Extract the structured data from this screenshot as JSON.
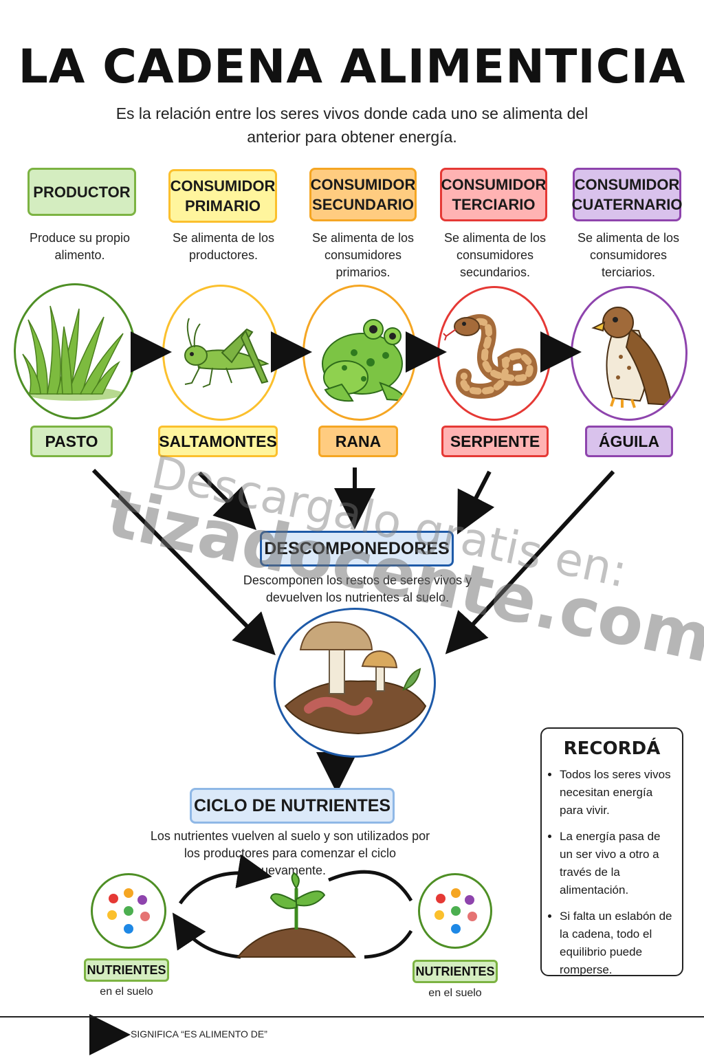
{
  "title": "LA CADENA ALIMENTICIA",
  "subtitle": "Es la relación entre los seres vivos donde cada uno se alimenta del anterior para obtener energía.",
  "levels": [
    {
      "category": "PRODUCTOR",
      "description": "Produce su propio alimento.",
      "organism": "PASTO",
      "color": "#7cb342",
      "fill": "#d4edc0"
    },
    {
      "category": "CONSUMIDOR PRIMARIO",
      "description": "Se alimenta de los productores.",
      "organism": "SALTAMONTES",
      "color": "#fbc02d",
      "fill": "#fff59d"
    },
    {
      "category": "CONSUMIDOR SECUNDARIO",
      "description": "Se alimenta de los consumidores primarios.",
      "organism": "RANA",
      "color": "#f5a623",
      "fill": "#ffcc80"
    },
    {
      "category": "CONSUMIDOR TERCIARIO",
      "description": "Se alimenta de los consumidores secundarios.",
      "organism": "SERPIENTE",
      "color": "#e53935",
      "fill": "#ffb3b3"
    },
    {
      "category": "CONSUMIDOR CUATERNARIO",
      "description": "Se alimenta de los consumidores terciarios.",
      "organism": "ÁGUILA",
      "color": "#8e44ad",
      "fill": "#d9c2ec"
    }
  ],
  "decomposers": {
    "title": "DESCOMPONEDORES",
    "description": "Descomponen los restos de seres vivos y devuelven los nutrientes al suelo.",
    "color": "#1e5aa8",
    "fill": "#dbe9f9"
  },
  "cycle": {
    "title": "CICLO DE NUTRIENTES",
    "description": "Los nutrientes vuelven al suelo y son utilizados por los productores para comenzar el ciclo nuevamente.",
    "nutrients_label": "NUTRIENTES",
    "nutrients_sub": "en el suelo"
  },
  "remember": {
    "title": "RECORDÁ",
    "items": [
      "Todos los seres vivos necesitan energía para vivir.",
      "La energía pasa de un ser vivo a otro a través de la alimentación.",
      "Si falta un eslabón de la cadena, todo el equilibrio puede romperse."
    ]
  },
  "legend": "SIGNIFICA “ES ALIMENTO DE”",
  "watermark": {
    "line1": "Descargalo gratis en:",
    "line2": "tizadocente.com"
  }
}
